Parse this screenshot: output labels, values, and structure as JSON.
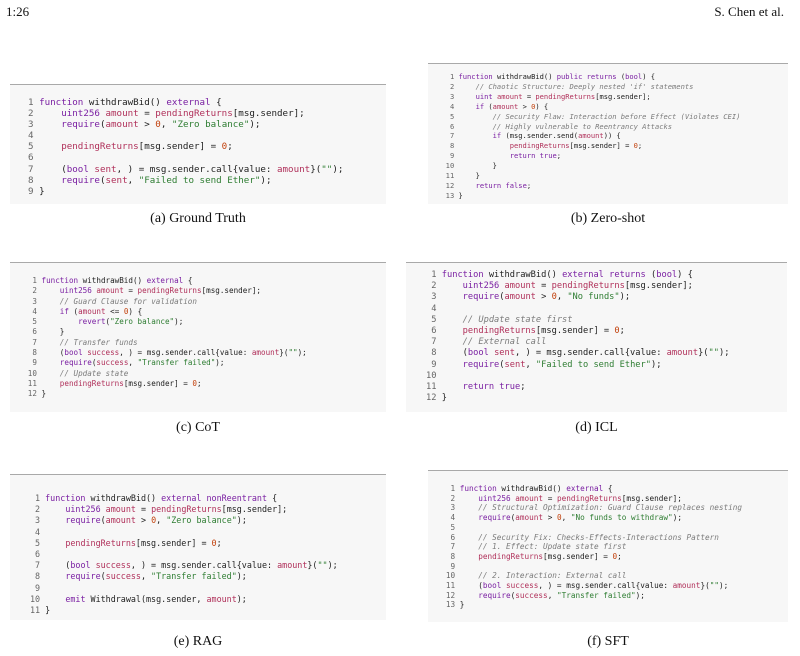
{
  "header": {
    "page_number": "1:26",
    "running_head": "S. Chen et al."
  },
  "captions": {
    "a": "(a) Ground Truth",
    "b": "(b) Zero-shot",
    "c": "(c) CoT",
    "d": "(d) ICL",
    "e": "(e) RAG",
    "f": "(f) SFT"
  },
  "panels": {
    "a": [
      "function withdrawBid() external {",
      "    uint256 amount = pendingReturns[msg.sender];",
      "    require(amount > 0, \"Zero balance\");",
      "",
      "    pendingReturns[msg.sender] = 0;",
      "",
      "    (bool sent, ) = msg.sender.call{value: amount}(\"\");",
      "    require(sent, \"Failed to send Ether\");",
      "}"
    ],
    "b": [
      "function withdrawBid() public returns (bool) {",
      "    // Chaotic Structure: Deeply nested 'if' statements",
      "    uint amount = pendingReturns[msg.sender];",
      "    if (amount > 0) {",
      "        // Security Flaw: Interaction before Effect (Violates CEI)",
      "        // Highly vulnerable to Reentrancy Attacks",
      "        if (msg.sender.send(amount)) {",
      "            pendingReturns[msg.sender] = 0;",
      "            return true;",
      "        }",
      "    }",
      "    return false;",
      "}"
    ],
    "c": [
      "function withdrawBid() external {",
      "    uint256 amount = pendingReturns[msg.sender];",
      "    // Guard Clause for validation",
      "    if (amount <= 0) {",
      "        revert(\"Zero balance\");",
      "    }",
      "    // Transfer funds",
      "    (bool success, ) = msg.sender.call{value: amount}(\"\");",
      "    require(success, \"Transfer failed\");",
      "    // Update state",
      "    pendingReturns[msg.sender] = 0;",
      "}"
    ],
    "d": [
      "function withdrawBid() external returns (bool) {",
      "    uint256 amount = pendingReturns[msg.sender];",
      "    require(amount > 0, \"No funds\");",
      "",
      "    // Update state first",
      "    pendingReturns[msg.sender] = 0;",
      "    // External call",
      "    (bool sent, ) = msg.sender.call{value: amount}(\"\");",
      "    require(sent, \"Failed to send Ether\");",
      "",
      "    return true;",
      "}"
    ],
    "e": [
      "function withdrawBid() external nonReentrant {",
      "    uint256 amount = pendingReturns[msg.sender];",
      "    require(amount > 0, \"Zero balance\");",
      "",
      "    pendingReturns[msg.sender] = 0;",
      "",
      "    (bool success, ) = msg.sender.call{value: amount}(\"\");",
      "    require(success, \"Transfer failed\");",
      "",
      "    emit Withdrawal(msg.sender, amount);",
      "}"
    ],
    "f": [
      "function withdrawBid() external {",
      "    uint256 amount = pendingReturns[msg.sender];",
      "    // Structural Optimization: Guard Clause replaces nesting",
      "    require(amount > 0, \"No funds to withdraw\");",
      "",
      "    // Security Fix: Checks-Effects-Interactions Pattern",
      "    // 1. Effect: Update state first",
      "    pendingReturns[msg.sender] = 0;",
      "",
      "    // 2. Interaction: External call",
      "    (bool success, ) = msg.sender.call{value: amount}(\"\");",
      "    require(success, \"Transfer failed\");",
      "}"
    ]
  }
}
